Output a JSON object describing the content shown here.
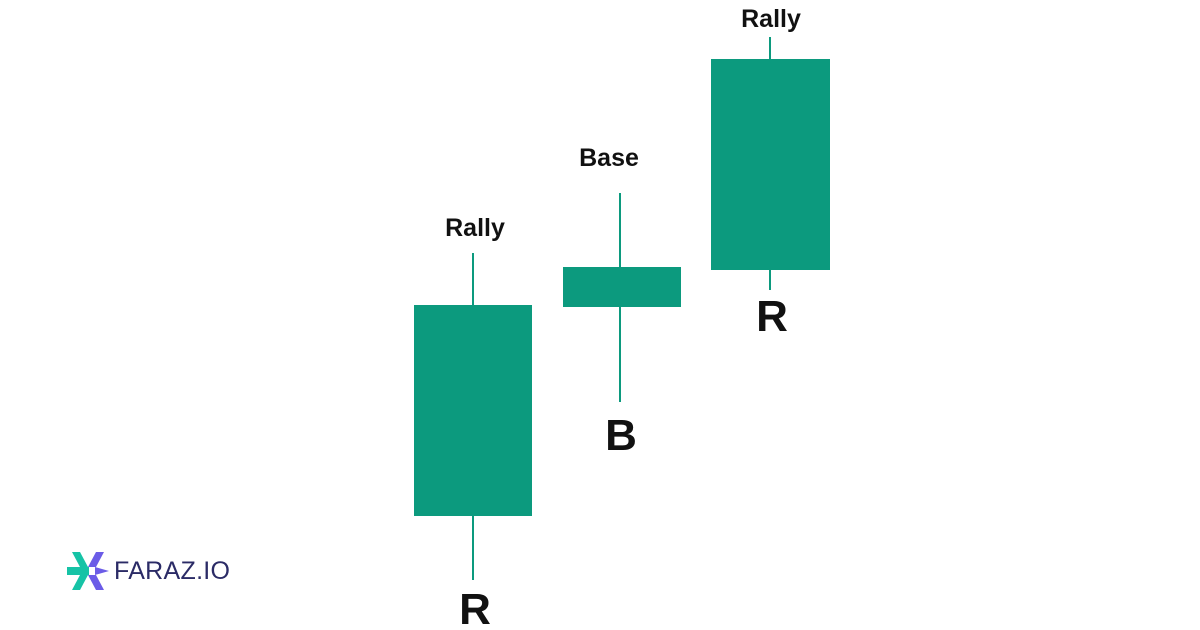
{
  "diagram": {
    "candles": [
      {
        "id": "rally-1",
        "top_label": "Rally",
        "bottom_letter": "R"
      },
      {
        "id": "base",
        "top_label": "Base",
        "bottom_letter": "B"
      },
      {
        "id": "rally-2",
        "top_label": "Rally",
        "bottom_letter": "R"
      }
    ],
    "colors": {
      "candle_fill": "#0c9a7e",
      "wick": "#0c9a7e",
      "label_text": "#111111"
    }
  },
  "brand": {
    "name": "FARAZ.IO",
    "icon": "asterisk-logo-icon",
    "colors": {
      "icon_primary": "#16c3a6",
      "icon_secondary": "#6b5ce7",
      "text": "#2b2b66"
    }
  }
}
